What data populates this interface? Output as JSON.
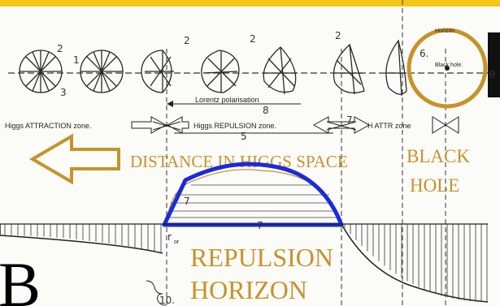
{
  "colors": {
    "banner": "#f5c518",
    "gold": "#c8922a",
    "blue": "#1a2bd8",
    "ink": "#2a2a2a",
    "background": "#fbfbf8"
  },
  "labels": {
    "horizon": "Horizon",
    "black_hole_small": "Black hole.",
    "lorentz": "Lorentz polarisation",
    "higgs_attraction": "Higgs ATTRACTION zone.",
    "higgs_repulsion": "Higgs REPULSION zone.",
    "h_attr": "H ATTR zone",
    "distance": "DISTANCE IN HIGGS SPACE",
    "black": "BLACK",
    "hole": "HOLE",
    "repulsion": "REPULSION",
    "horizon_big": "HORIZON",
    "letter": "B",
    "r_label": "r",
    "r_sub": "or",
    "num_1": "1",
    "num_2a": "2",
    "num_2b": "2",
    "num_2c": "2",
    "num_2d": "2",
    "num_3": "3",
    "num_5": "5",
    "num_6": "6.",
    "num_7a": "7",
    "num_7b": "7",
    "num_7c": "7",
    "num_8": "8",
    "num_10": "10."
  },
  "icons": {
    "arrow": "left-arrow-icon",
    "black_hole_circle": "circle-icon"
  }
}
